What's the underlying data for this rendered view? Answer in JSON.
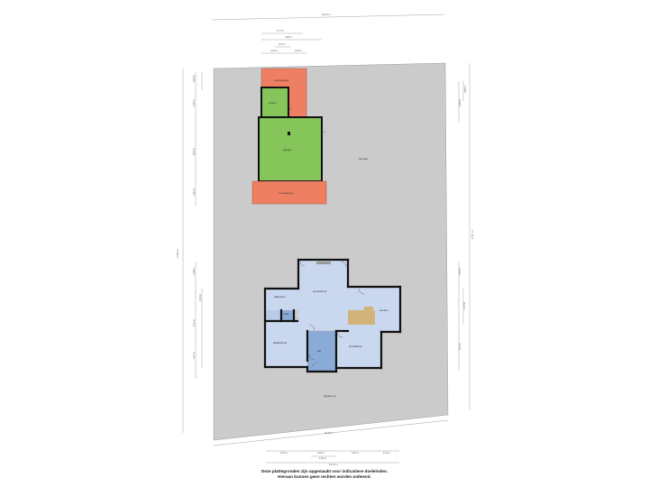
{
  "colors": {
    "plot": "#cbcbcb",
    "outbuilding": "#86c55a",
    "terrace": "#ef7f63",
    "living": "#c9d7ef",
    "hall": "#8aaad8",
    "bathroom": "#b9cbe8",
    "kitchen_counter": "#d2b37c",
    "wall": "#111111",
    "dimension_line": "#8a8a8a"
  },
  "labels": {
    "top_total": "22,00 m",
    "top_dim_1": "6,77 m",
    "top_dim_2": "3,90 m",
    "top_dim_3": "3,57 m",
    "top_dim_4": "2,14 m",
    "top_dim_5": "0,30 m",
    "left_total": "47,99 m",
    "left_dim_1": "3,81 m",
    "left_dim_2": "2,03 m",
    "left_dim_3": "6,05 m",
    "left_dim_4": "3,30 m",
    "left_dim_5": "1,98 m",
    "left_dim_6": "3,45 m",
    "left_dim_7": "1,97 m",
    "left_dim_8": "4,27 m",
    "right_total": "27,97 m",
    "right_dim_1": "0,84 m",
    "right_dim_2": "3,66 m",
    "right_dim_3": "1,65 m",
    "right_dim_4": "1,78 m",
    "right_dim_5": "4,11 m",
    "bottom_edge": "24,40 m",
    "bottom_dim_1": "3,10 m",
    "bottom_dim_2": "2,02 m",
    "bottom_dim_3": "2,07 m",
    "bottom_dim_4": "2,01 m",
    "bottom_sub": "1,96 m",
    "bottom_total": "10,73 m",
    "room_overkapping_top": "overkapping",
    "room_schuur": "schuur",
    "room_garage": "garage",
    "room_overkapping_bottom": "overkapping",
    "room_tuin": "perceel",
    "room_woonkamer": "woonkamer",
    "room_keuken": "keuken",
    "room_bijkeuken": "bijkeuken",
    "room_toilet": "toilet",
    "room_slaapkamer": "slaapkamer",
    "room_hal": "hal",
    "room_werkkamer": "werkkamer",
    "floor_label": "begane gr."
  },
  "disclaimer": {
    "line1": "Deze plattegronden zijn opgemaakt voor indicatieve doeleinden.",
    "line2": "Hieraan kunnen geen rechten worden ontleend."
  }
}
